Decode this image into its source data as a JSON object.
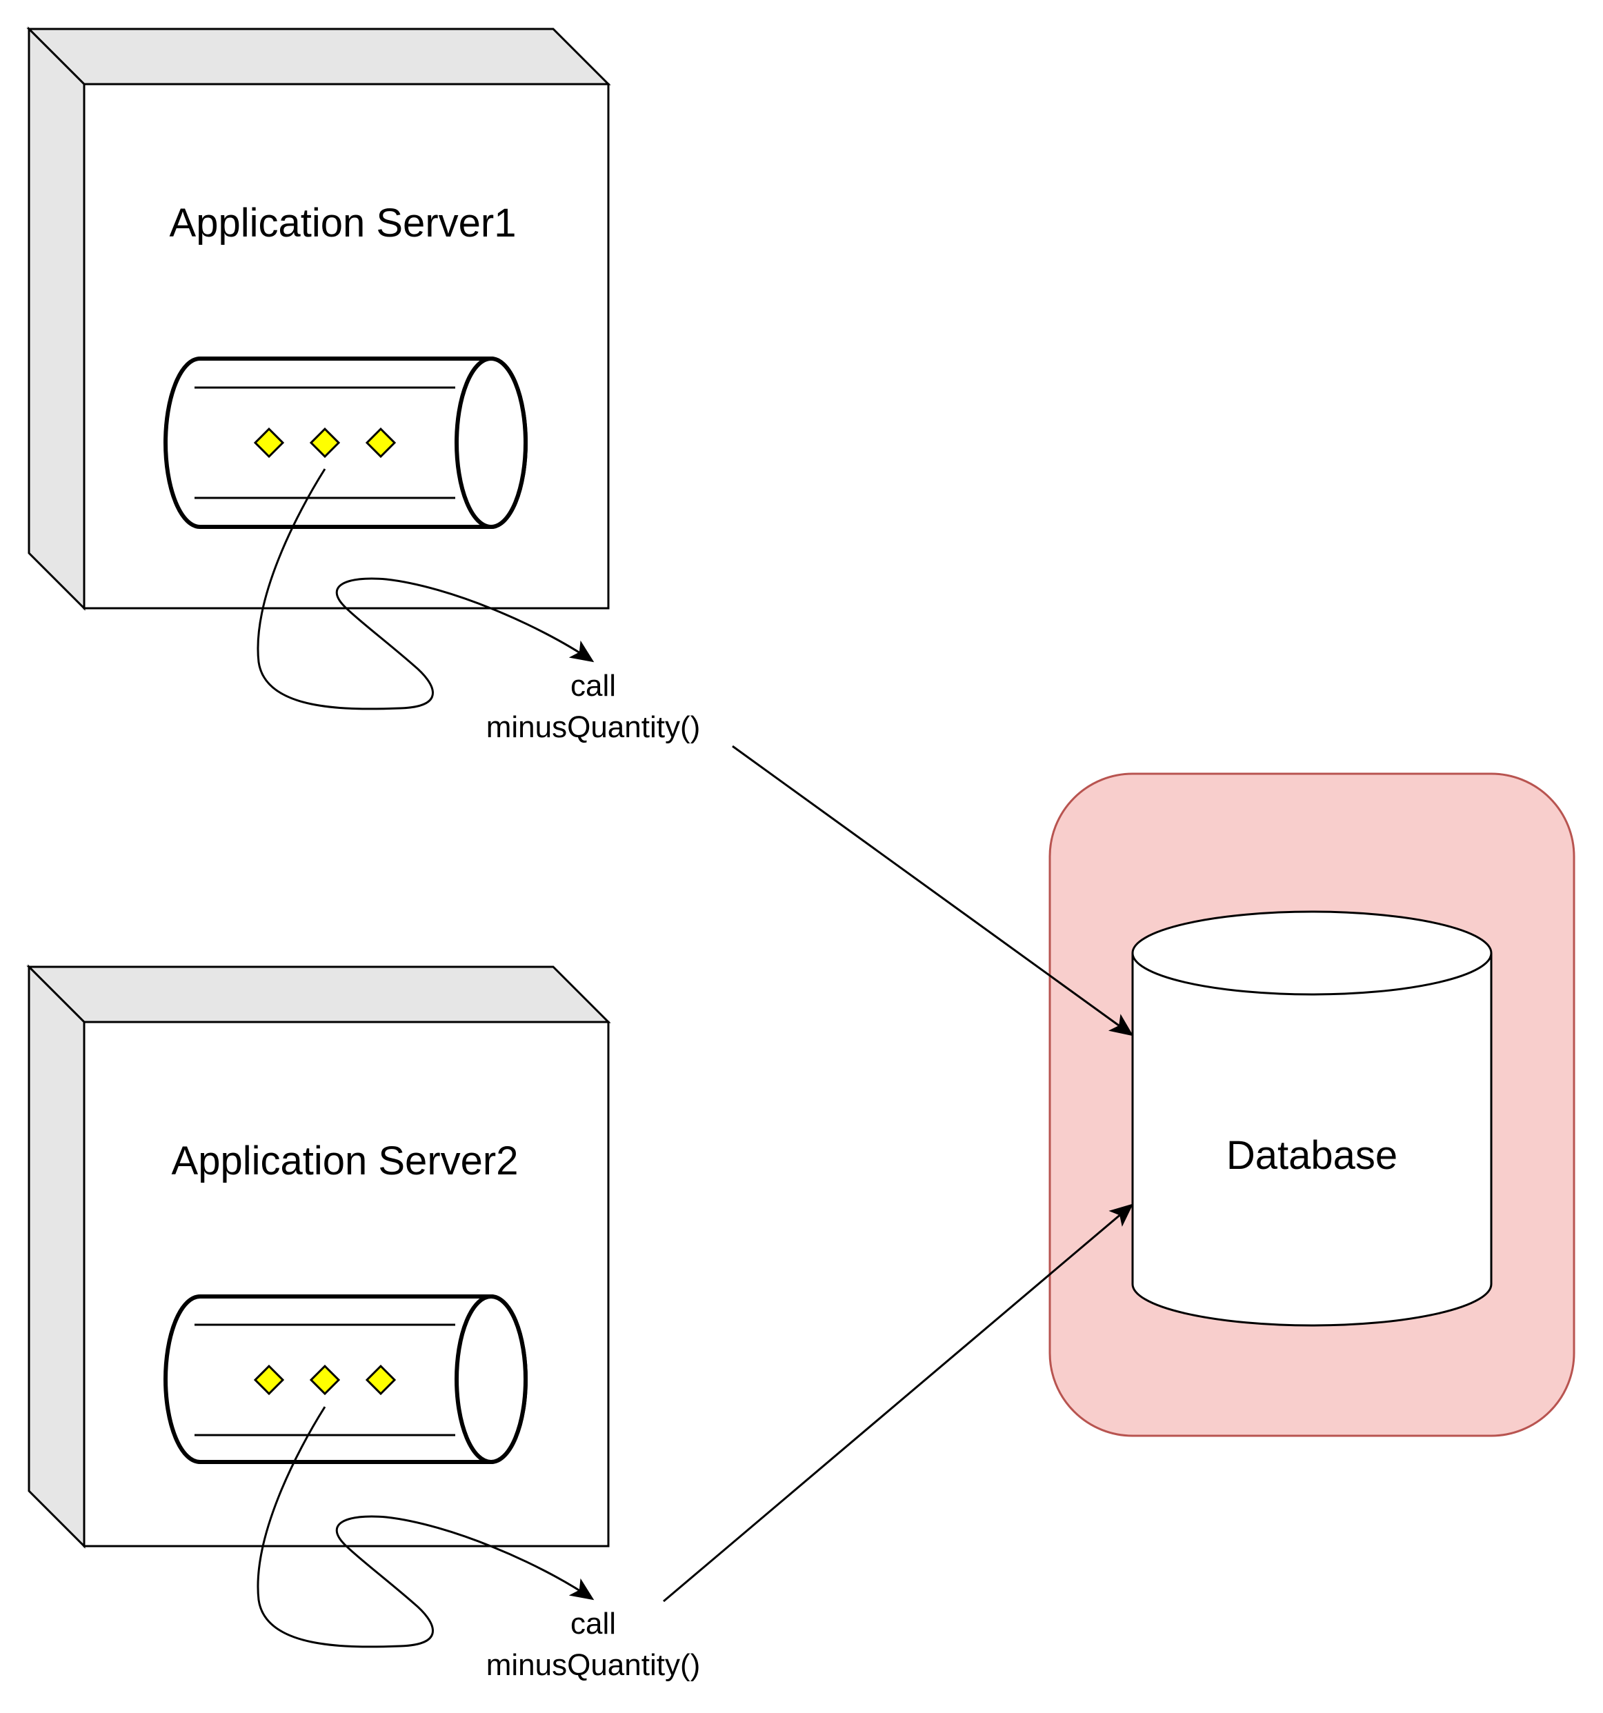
{
  "servers": [
    {
      "title": "Application Server1",
      "call_line1": "call",
      "call_line2": "minusQuantity()"
    },
    {
      "title": "Application Server2",
      "call_line1": "call",
      "call_line2": "minusQuantity()"
    }
  ],
  "database": {
    "label": "Database"
  },
  "colors": {
    "node_side": "#e6e6e6",
    "node_fill": "#ffffff",
    "stroke": "#000000",
    "queue_diamond": "#ffff00",
    "db_container_fill": "#f8cecc",
    "db_container_stroke": "#b85450"
  },
  "icons": {
    "server_node": "3d-box-node",
    "queue": "message-queue-cylinder",
    "database": "database-cylinder"
  }
}
